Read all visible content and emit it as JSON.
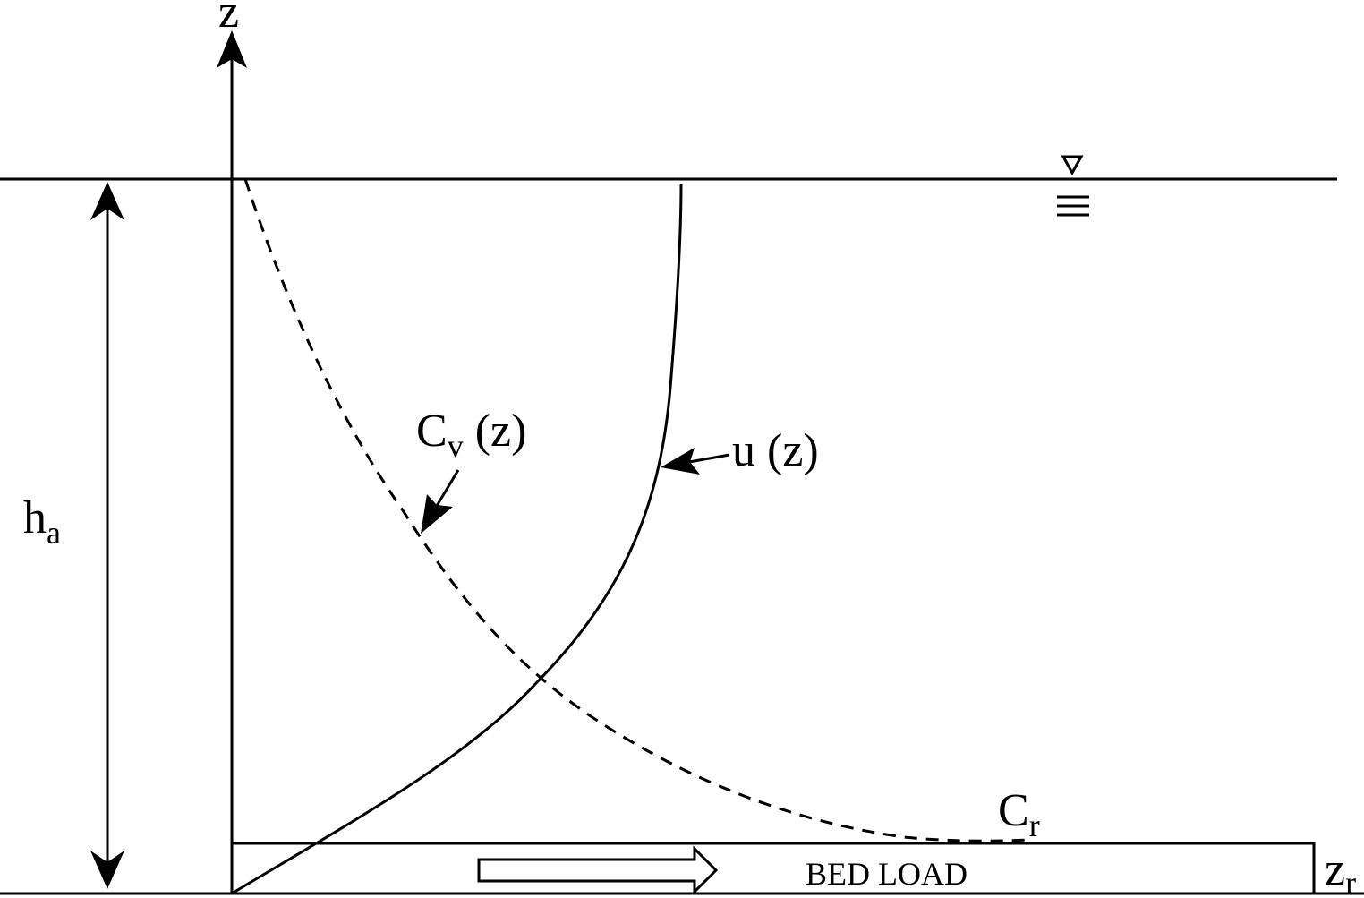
{
  "labels": {
    "z_axis": "z",
    "h_main": "h",
    "h_sub": "a",
    "cv_main": "C",
    "cv_sub": "v",
    "cv_arg": " (z)",
    "u": "u (z)",
    "cr_main": "C",
    "cr_sub": "r",
    "zr_main": "z",
    "zr_sub": "r",
    "bed_load": "BED LOAD"
  },
  "icons": {
    "water_surface": "water-surface-symbol"
  },
  "colors": {
    "ink": "#000000",
    "background": "#ffffff"
  }
}
